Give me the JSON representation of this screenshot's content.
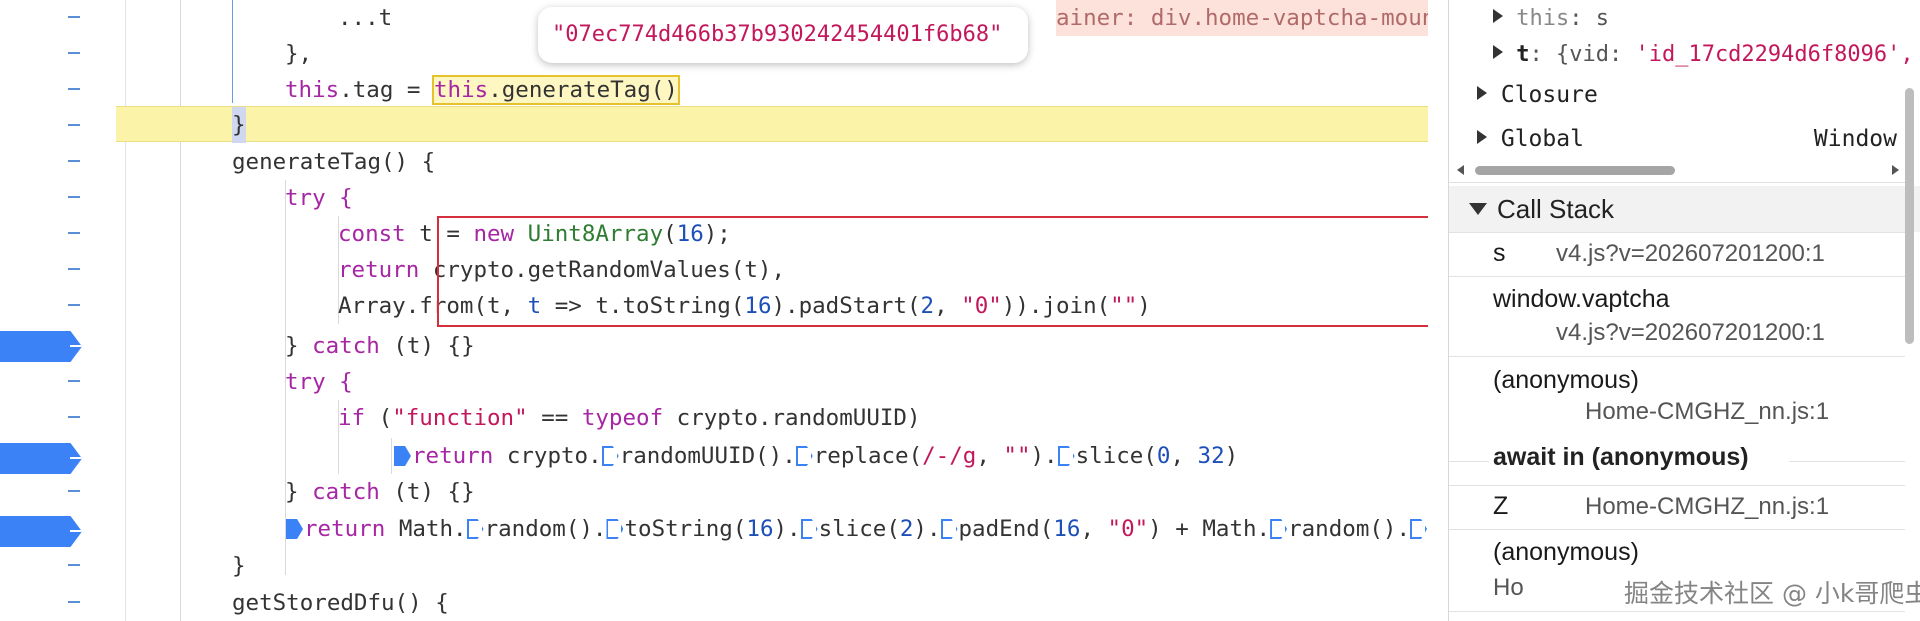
{
  "editor": {
    "tooltip_value": "\"07ec774d466b37b930242454401f6b68\"",
    "line_partial_prefix": "...t",
    "line_partial_suffix": "ainer: div.home-vaptcha-mount, lang: 'zh-",
    "lines": {
      "l2": "},",
      "l3_a": "this",
      "l3_b": ".tag = ",
      "l3_c": "this",
      "l3_d": ".generateTag()",
      "l4": "}",
      "l5": "generateTag() {",
      "l6": "try {",
      "l7_a": "const",
      "l7_b": " t = ",
      "l7_c": "new",
      "l7_d": "Uint8Array",
      "l7_e": "(",
      "l7_f": "16",
      "l7_g": ");",
      "l8_a": "return",
      "l8_b": " crypto.getRandomValues(t),",
      "l9_a": "Array.from(t, ",
      "l9_b": "t",
      "l9_c": " => t.toString(",
      "l9_d": "16",
      "l9_e": ").padStart(",
      "l9_f": "2",
      "l9_g": ", ",
      "l9_h": "\"0\"",
      "l9_i": ")).join(",
      "l9_j": "\"\"",
      "l9_k": ")",
      "l10_a": "} ",
      "l10_b": "catch",
      "l10_c": " (t) {}",
      "l11": "try {",
      "l12_a": "if",
      "l12_b": " (",
      "l12_c": "\"function\"",
      "l12_d": " == ",
      "l12_e": "typeof",
      "l12_f": " crypto.randomUUID)",
      "l13_a": "return",
      "l13_b": " crypto.",
      "l13_c": "randomUUID().",
      "l13_d": "replace(",
      "l13_e": "/-/g",
      "l13_f": ", ",
      "l13_g": "\"\"",
      "l13_h": ").",
      "l13_i": "slice(",
      "l13_j": "0",
      "l13_k": ", ",
      "l13_l": "32",
      "l13_m": ")",
      "l14_a": "} ",
      "l14_b": "catch",
      "l14_c": " (t) {}",
      "l15_a": "return",
      "l15_b": " Math.",
      "l15_c": "random().",
      "l15_d": "toString(",
      "l15_e": "16",
      "l15_f": ").",
      "l15_g": "slice(",
      "l15_h": "2",
      "l15_i": ").",
      "l15_j": "padEnd(",
      "l15_k": "16",
      "l15_l": ", ",
      "l15_m": "\"0\"",
      "l15_n": ") + Math.",
      "l15_o": "random().",
      "l15_p": "t",
      "l16": "}",
      "l17": "getStoredDfu() {"
    }
  },
  "scope": {
    "this_label": "this",
    "this_value": ": s",
    "t_label": "t",
    "t_prefix": ": {vid: ",
    "t_value": "'id_17cd2294d6f8096',",
    "closure": "Closure",
    "global": "Global",
    "global_value": "Window"
  },
  "callstack": {
    "header": "Call Stack",
    "frames": [
      {
        "name": "s",
        "loc": "v4.js?v=202607201200:1"
      },
      {
        "name": "window.vaptcha",
        "loc": "v4.js?v=202607201200:1"
      },
      {
        "name": "(anonymous)",
        "loc": "Home-CMGHZ_nn.js:1"
      },
      {
        "name": "Z",
        "loc": "Home-CMGHZ_nn.js:1"
      },
      {
        "name": "(anonymous)",
        "loc": "Ho"
      }
    ],
    "async_label": "await in (anonymous)"
  },
  "watermark": "掘金技术社区 @ 小k哥爬虫",
  "colors": {
    "breakpoint": "#3b82f6",
    "highlight": "#fbf3a7",
    "red_box": "#d32f3c",
    "string": "#c2185b"
  }
}
